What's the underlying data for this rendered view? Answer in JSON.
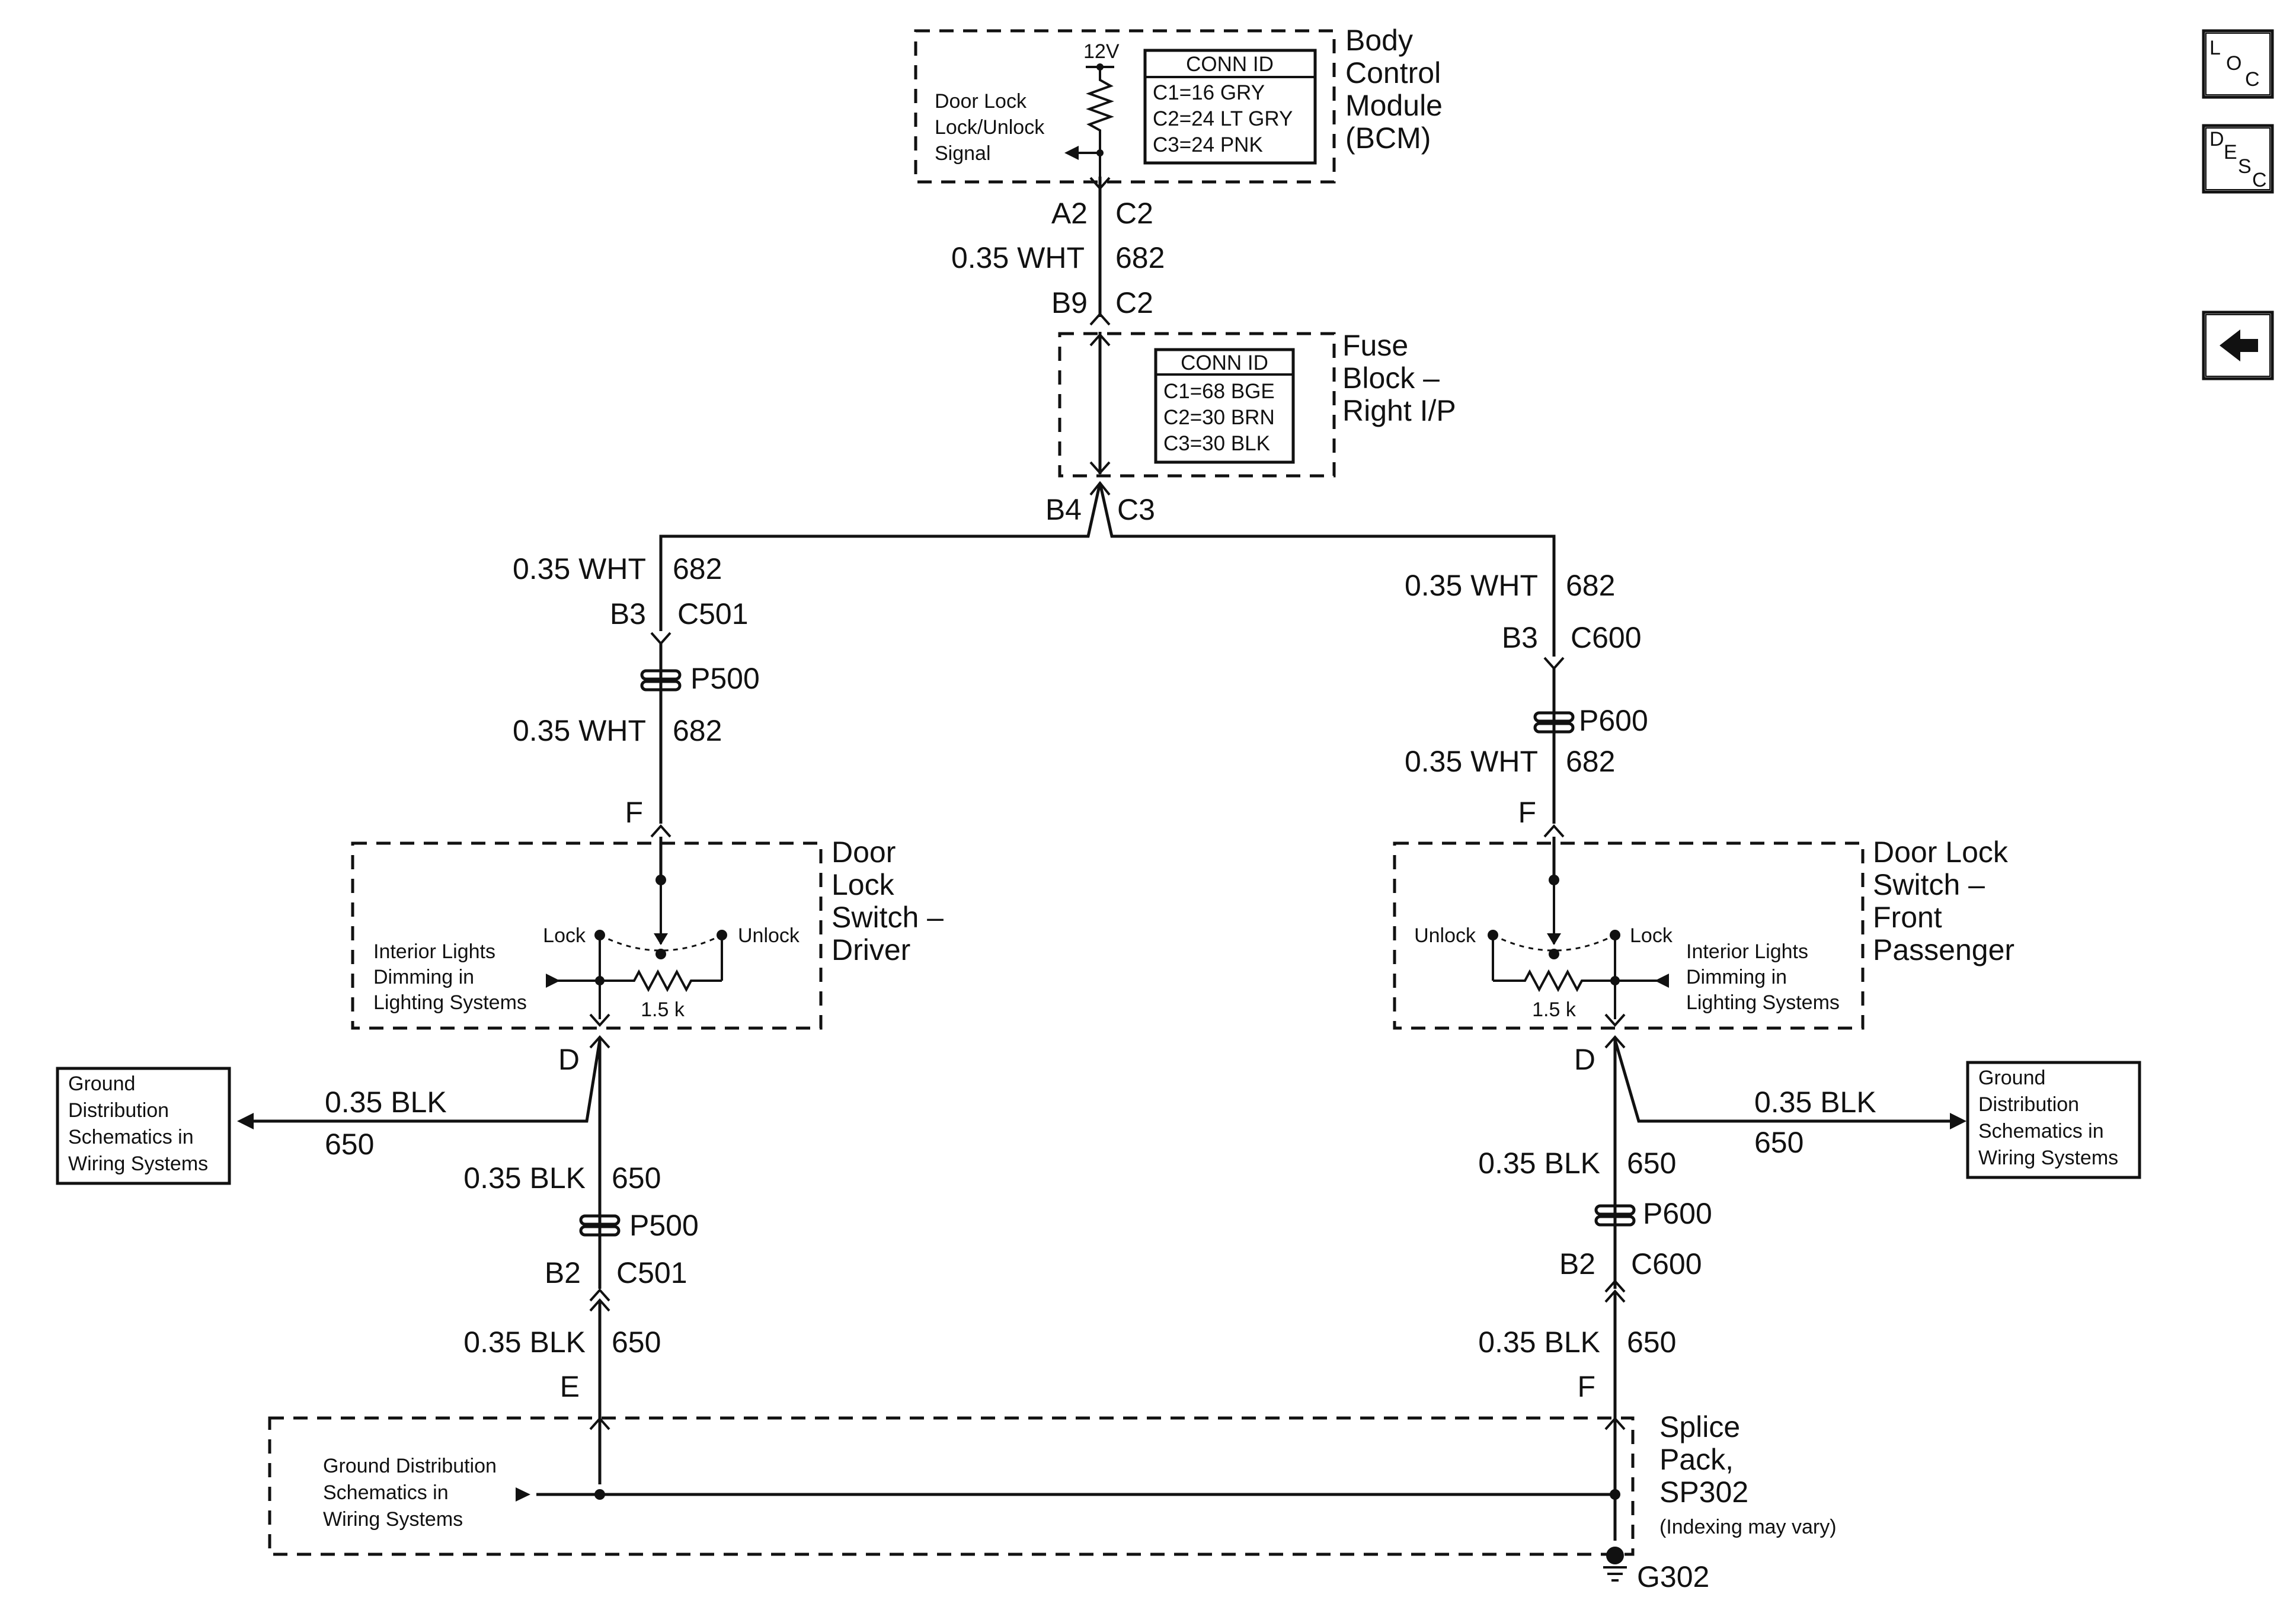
{
  "bcm": {
    "name_lines": [
      "Body",
      "Control",
      "Module",
      "(BCM)"
    ],
    "voltage": "12V",
    "signal_lines": [
      "Door Lock",
      "Lock/Unlock",
      "Signal"
    ],
    "conn_id": {
      "title": "CONN ID",
      "rows": [
        "C1=16 GRY",
        "C2=24 LT GRY",
        "C3=24 PNK"
      ]
    }
  },
  "fuse_block": {
    "name_lines": [
      "Fuse",
      "Block –",
      "Right I/P"
    ],
    "conn_id": {
      "title": "CONN ID",
      "rows": [
        "C1=68 BGE",
        "C2=30 BRN",
        "C3=30 BLK"
      ]
    }
  },
  "feed": {
    "bcm_pin": "A2",
    "bcm_conn": "C2",
    "wire": "0.35 WHT",
    "circuit": "682",
    "fuse_in_pin": "B9",
    "fuse_in_conn": "C2",
    "fuse_out_pin": "B4",
    "fuse_out_conn": "C3"
  },
  "driver": {
    "upper_wire": "0.35 WHT",
    "upper_circuit": "682",
    "inline_pin": "B3",
    "inline_conn": "C501",
    "pass_through": "P500",
    "lower_wire": "0.35 WHT",
    "lower_circuit": "682",
    "switch_pin_in": "F",
    "switch_name_lines": [
      "Door",
      "Lock",
      "Switch –",
      "Driver"
    ],
    "lock_label": "Lock",
    "unlock_label": "Unlock",
    "resistor": "1.5 k",
    "dimming_lines": [
      "Interior Lights",
      "Dimming in",
      "Lighting Systems"
    ],
    "switch_pin_out": "D",
    "ground_ref_lines": [
      "Ground",
      "Distribution",
      "Schematics in",
      "Wiring Systems"
    ],
    "branch_wire": "0.35 BLK",
    "branch_circuit": "650",
    "gnd_wire": "0.35 BLK",
    "gnd_circuit": "650",
    "gnd_pass_through": "P500",
    "gnd_inline_pin": "B2",
    "gnd_inline_conn": "C501",
    "gnd_wire2": "0.35 BLK",
    "gnd_circuit2": "650",
    "splice_pin": "E"
  },
  "passenger": {
    "upper_wire": "0.35 WHT",
    "upper_circuit": "682",
    "inline_pin": "B3",
    "inline_conn": "C600",
    "pass_through": "P600",
    "lower_wire": "0.35 WHT",
    "lower_circuit": "682",
    "switch_pin_in": "F",
    "switch_name_lines": [
      "Door Lock",
      "Switch –",
      "Front",
      "Passenger"
    ],
    "lock_label": "Lock",
    "unlock_label": "Unlock",
    "resistor": "1.5 k",
    "dimming_lines": [
      "Interior Lights",
      "Dimming in",
      "Lighting Systems"
    ],
    "switch_pin_out": "D",
    "ground_ref_lines": [
      "Ground",
      "Distribution",
      "Schematics in",
      "Wiring Systems"
    ],
    "branch_wire": "0.35 BLK",
    "branch_circuit": "650",
    "gnd_wire": "0.35 BLK",
    "gnd_circuit": "650",
    "gnd_pass_through": "P600",
    "gnd_inline_pin": "B2",
    "gnd_inline_conn": "C600",
    "gnd_wire2": "0.35 BLK",
    "gnd_circuit2": "650",
    "splice_pin": "F"
  },
  "splice": {
    "name_lines": [
      "Splice",
      "Pack,",
      "SP302"
    ],
    "note": "(Indexing may vary)",
    "ground_ref_lines": [
      "Ground Distribution",
      "Schematics in",
      "Wiring Systems"
    ],
    "ground": "G302"
  },
  "nav": {
    "loc": {
      "l": "L",
      "o": "O",
      "c": "C",
      "icon": "location-icon"
    },
    "desc": {
      "d": "D",
      "e": "E",
      "s": "S",
      "c": "C",
      "icon": "description-icon"
    },
    "back_icon": "back-arrow-icon"
  }
}
